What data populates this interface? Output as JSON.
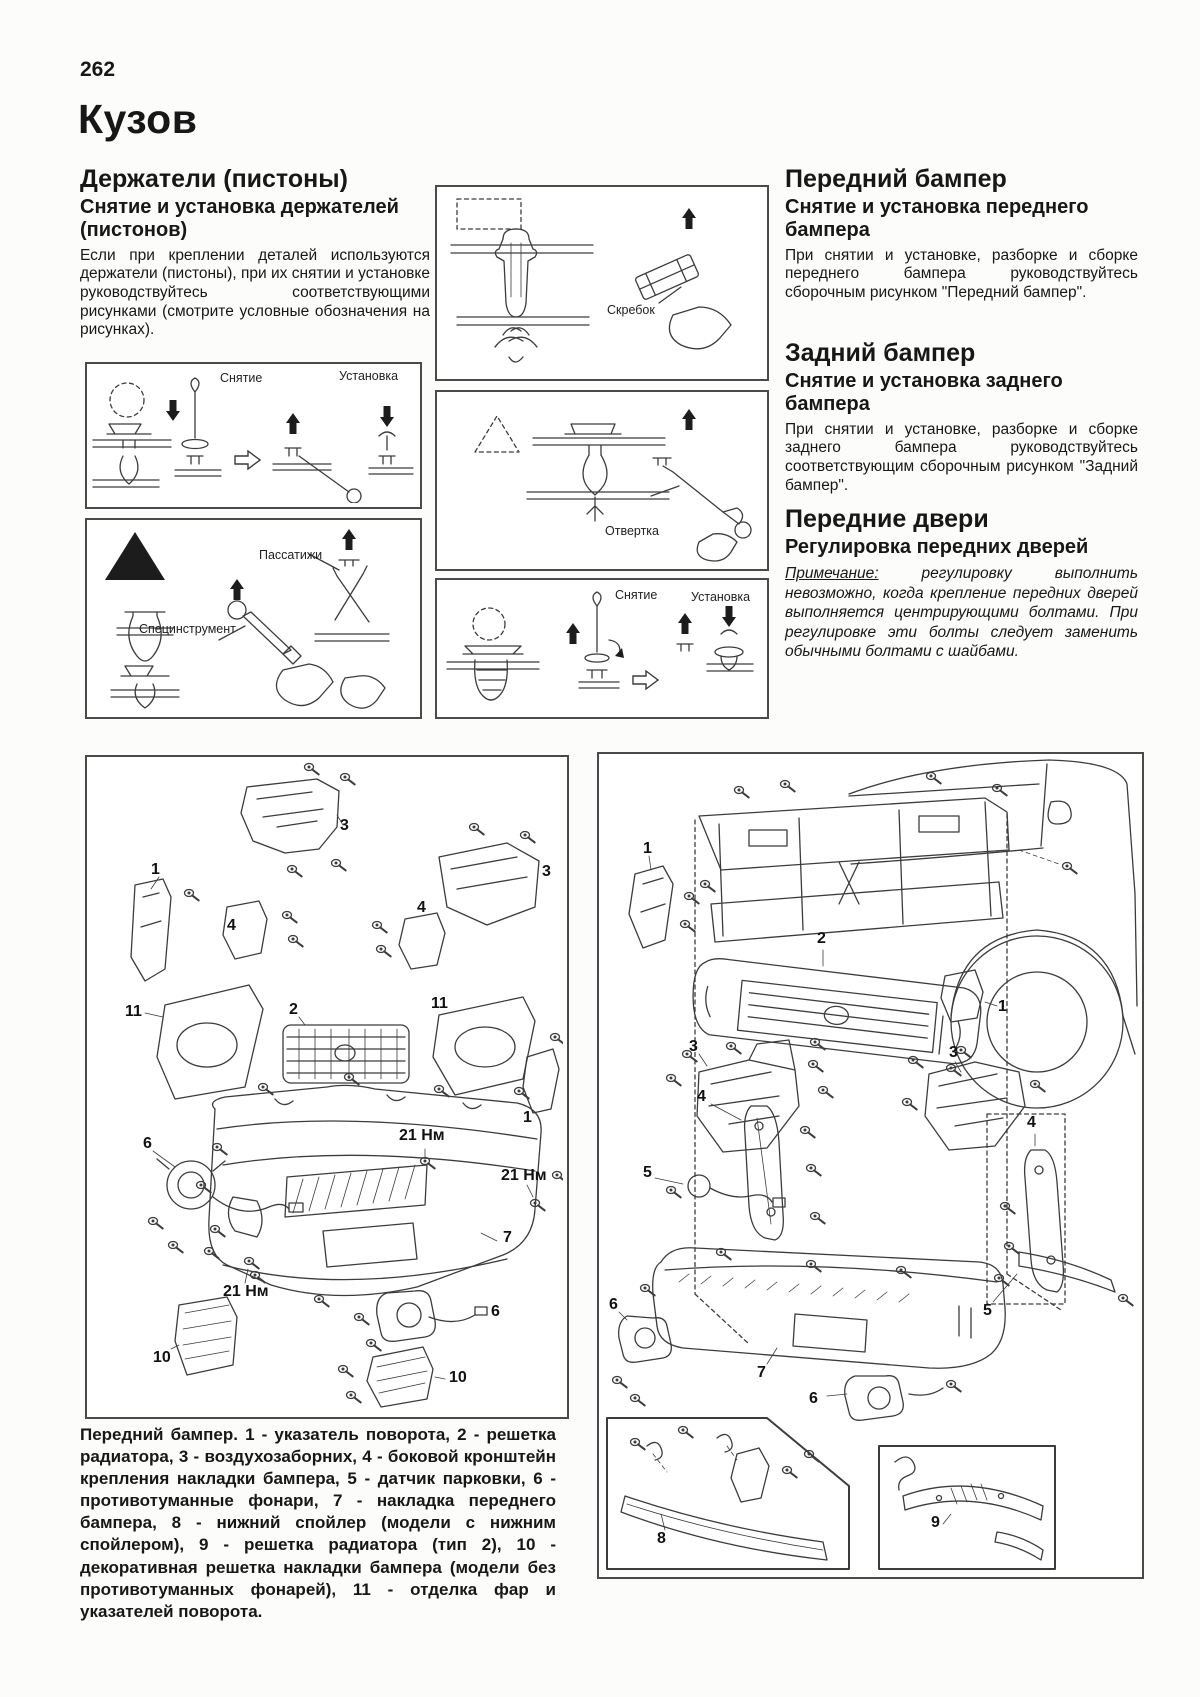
{
  "page": {
    "number": "262",
    "title": "Кузов"
  },
  "sections": {
    "holders": {
      "heading": "Держатели (пистоны)",
      "subheading": "Снятие и установка держателей (пистонов)",
      "body": "Если при креплении деталей используются держатели (пистоны), при их снятии и установке руководствуйтесь соответствующими рисунками (смотрите условные обозначения на рисунках)."
    },
    "front_bumper": {
      "heading": "Передний бампер",
      "subheading": "Снятие и установка переднего бампера",
      "body": "При снятии и установке, разборке и сборке переднего бампера руководствуйтесь сборочным рисунком \"Передний бампер\"."
    },
    "rear_bumper": {
      "heading": "Задний бампер",
      "subheading": "Снятие и установка заднего бампера",
      "body": "При снятии и установке, разборке и сборке заднего бампера руководствуйтесь соответствующим сборочным рисунком \"Задний бампер\"."
    },
    "front_doors": {
      "heading": "Передние двери",
      "subheading": "Регулировка передних дверей",
      "note_label": "Примечание:",
      "note_body": " регулировку выполнить невозможно, когда крепление передних дверей выполняется центрирующими болтами. При регулировке эти болты следует заменить обычными болтами с шайбами."
    }
  },
  "figure_labels": {
    "removal": "Снятие",
    "install": "Установка",
    "scraper": "Скребок",
    "screwdriver": "Отвертка",
    "pliers": "Пассатижи",
    "special_tool": "Специнструмент"
  },
  "exploded_view_labels": [
    "3",
    "1",
    "4",
    "4",
    "3",
    "11",
    "2",
    "11",
    "1",
    "6",
    "21 Нм",
    "21 Нм",
    "7",
    "21 Нм",
    "6",
    "10",
    "10"
  ],
  "vehicle_view_labels": [
    "1",
    "2",
    "1",
    "3",
    "3",
    "4",
    "4",
    "5",
    "5",
    "6",
    "7",
    "6",
    "8",
    "9"
  ],
  "caption": "Передний бампер. 1 - указатель поворота, 2 - решетка радиатора, 3 - воздухозаборних, 4 - боковой кронштейн крепления накладки бампера, 5 - датчик парковки, 6 - противотуманные фонари, 7 - накладка переднего бампера, 8 - нижний спойлер (модели с нижним спойлером), 9 - решетка радиатора (тип 2), 10 - декоративная решетка накладки бампера (модели без противотуманных фонарей), 11 - отделка фар и указателей поворота."
}
